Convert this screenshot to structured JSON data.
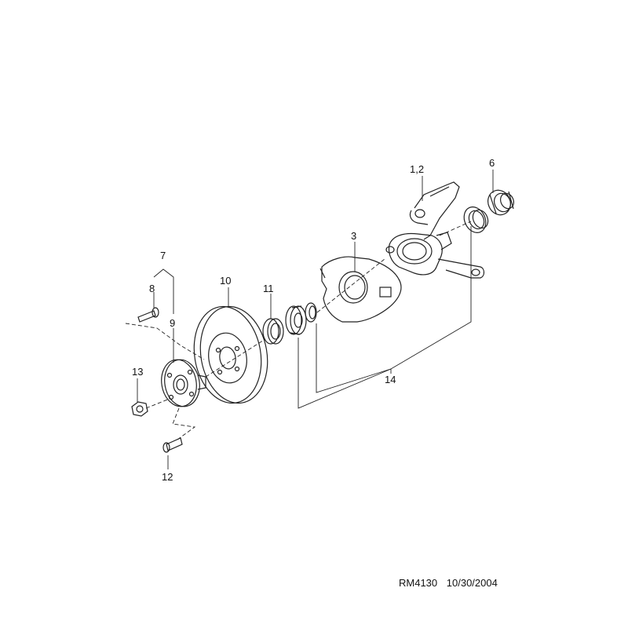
{
  "callouts": {
    "knuckle": "1,2",
    "seal_outer": "6",
    "splash_shield": "3",
    "group_bolt_hub": "7",
    "bolt": "8",
    "hub": "9",
    "disc": "10",
    "bearing_outer": "11",
    "stud": "12",
    "nut": "13",
    "bearing_set": "14"
  },
  "footer": {
    "code": "RM4130",
    "date": "10/30/2004"
  },
  "colors": {
    "line": "#222222",
    "background": "#ffffff"
  }
}
